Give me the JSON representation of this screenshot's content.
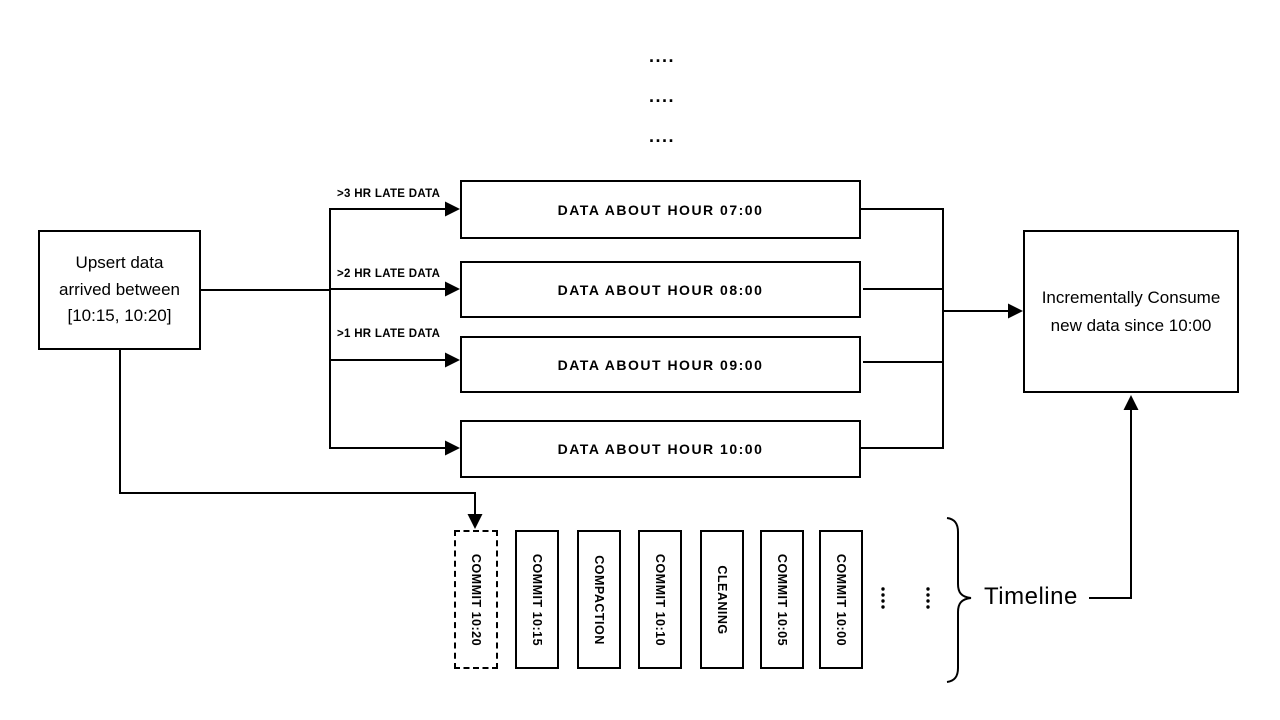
{
  "diagram": {
    "colors": {
      "ink": "#000000",
      "background": "#ffffff"
    },
    "top_ellipsis": [
      "....",
      "....",
      "...."
    ],
    "upsert_box": {
      "lines": [
        "Upsert data",
        "arrived between",
        "[10:15, 10:20]"
      ]
    },
    "late_arrows": [
      {
        "label": ">3 HR LATE DATA"
      },
      {
        "label": ">2 HR LATE DATA"
      },
      {
        "label": ">1 HR LATE DATA"
      }
    ],
    "hour_boxes": [
      {
        "label": "DATA ABOUT HOUR 07:00"
      },
      {
        "label": "DATA ABOUT HOUR 08:00"
      },
      {
        "label": "DATA ABOUT HOUR 09:00"
      },
      {
        "label": "DATA ABOUT HOUR 10:00"
      }
    ],
    "consume_box": {
      "lines": [
        "Incrementally Consume",
        "new data since 10:00"
      ]
    },
    "timeline": {
      "label": "Timeline",
      "instants": [
        {
          "label": "COMMIT 10:20",
          "style": "dashed"
        },
        {
          "label": "COMMIT 10:15",
          "style": "solid"
        },
        {
          "label": "COMPACTION",
          "style": "solid"
        },
        {
          "label": "COMMIT 10:10",
          "style": "solid"
        },
        {
          "label": "CLEANING",
          "style": "solid"
        },
        {
          "label": "COMMIT 10:05",
          "style": "solid"
        },
        {
          "label": "COMMIT 10:00",
          "style": "solid"
        }
      ]
    }
  }
}
